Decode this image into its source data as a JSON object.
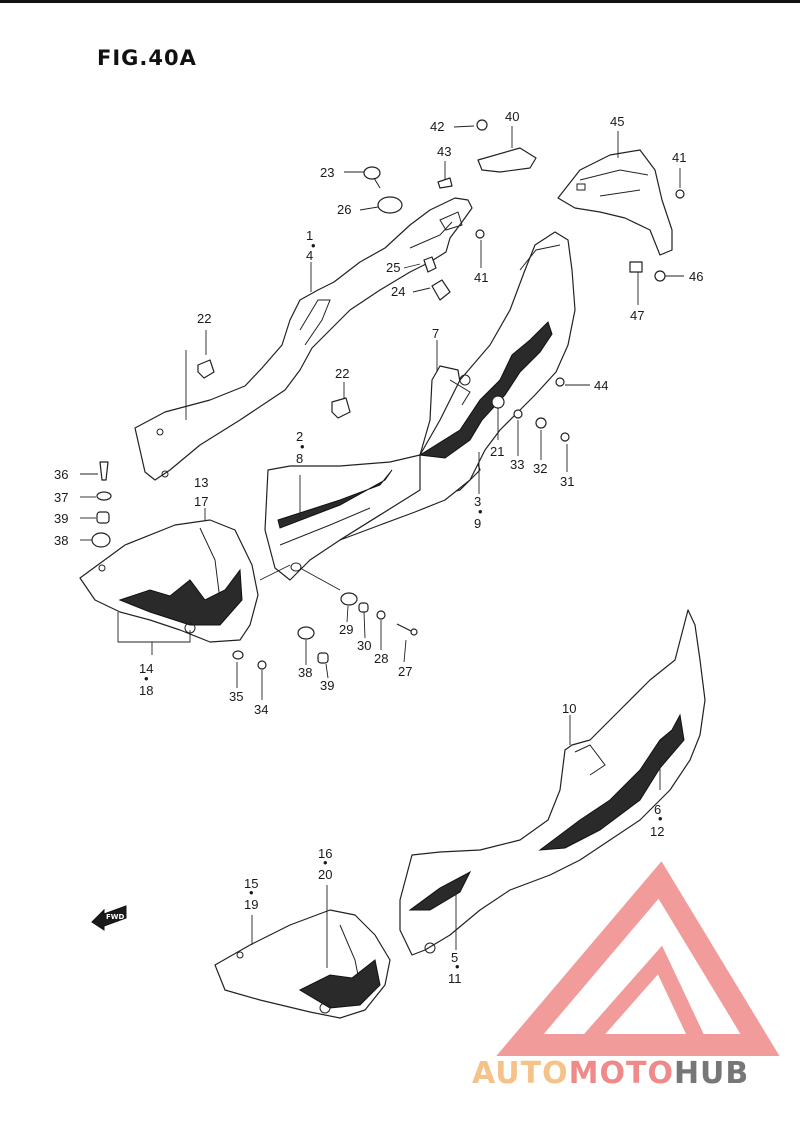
{
  "figure": {
    "title": "FIG.40A"
  },
  "callouts": {
    "c1": "1",
    "c4": "4",
    "c22a": "22",
    "c22b": "22",
    "c23": "23",
    "c26": "26",
    "c25": "25",
    "c24": "24",
    "c42": "42",
    "c40": "40",
    "c43": "43",
    "c41a": "41",
    "c45": "45",
    "c41b": "41",
    "c46": "46",
    "c47": "47",
    "c7": "7",
    "c44": "44",
    "c21": "21",
    "c33": "33",
    "c32": "32",
    "c31": "31",
    "c2": "2",
    "c8": "8",
    "c3": "3",
    "c9": "9",
    "c36": "36",
    "c37": "37",
    "c39a": "39",
    "c38a": "38",
    "c13": "13",
    "c17": "17",
    "c14": "14",
    "c18": "18",
    "c35": "35",
    "c34": "34",
    "c38b": "38",
    "c39b": "39",
    "c29": "29",
    "c30": "30",
    "c28": "28",
    "c27": "27",
    "c10": "10",
    "c6": "6",
    "c12": "12",
    "c16": "16",
    "c20": "20",
    "c15": "15",
    "c19": "19",
    "c5": "5",
    "c11": "11"
  },
  "fwd_label": "FWD",
  "watermark": {
    "part1": "AUTO",
    "part2": "MOTO",
    "part3": "HUB"
  },
  "colors": {
    "logo_red": "#f08a8a",
    "logo_orange": "#f5c28a",
    "logo_gray": "#777777",
    "ink": "#222222"
  }
}
